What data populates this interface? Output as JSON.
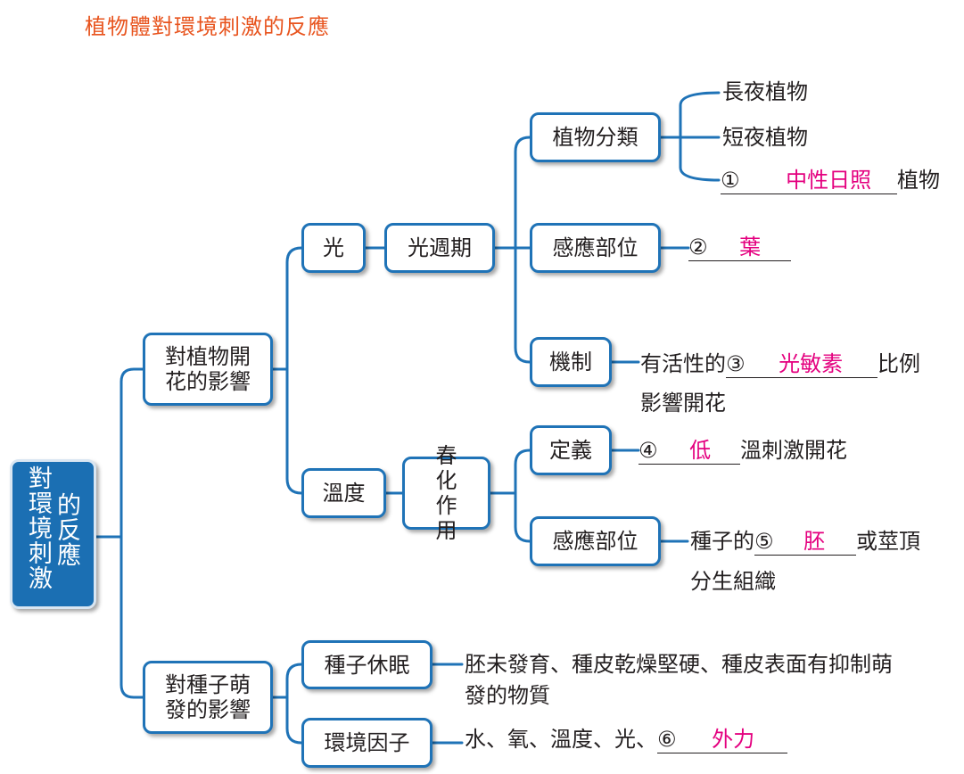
{
  "title": "植物體對環境刺激的反應",
  "root": {
    "col1": "對環境刺激",
    "col2": "的反應"
  },
  "nodes": {
    "flowering": "對植物開花的影響",
    "germination": "對種子萌發的影響",
    "light": "光",
    "photoperiod": "光週期",
    "temperature": "溫度",
    "vernalization": "春化作用",
    "classification": "植物分類",
    "sensing_site_light": "感應部位",
    "mechanism": "機制",
    "definition": "定義",
    "sensing_site_temp": "感應部位",
    "seed_dormancy": "種子休眠",
    "env_factors": "環境因子"
  },
  "leaves": {
    "long_day": "長夜植物",
    "short_day": "短夜植物",
    "neutral_suffix": "植物",
    "mechanism_prefix": "有活性的",
    "mechanism_suffix": "比例",
    "mechanism_line2": "影響開花",
    "definition_suffix": "溫刺激開花",
    "temp_site_prefix": "種子的",
    "temp_site_suffix": "或莖頂",
    "temp_site_line2": "分生組織",
    "dormancy_line1": "胚未發育、種皮乾燥堅硬、種皮表面有抑制萌",
    "dormancy_line2": "發的物質",
    "env_prefix": "水、氧、溫度、光、"
  },
  "answers": [
    {
      "num": "①",
      "value": "中性日照"
    },
    {
      "num": "②",
      "value": "葉"
    },
    {
      "num": "③",
      "value": "光敏素"
    },
    {
      "num": "④",
      "value": "低"
    },
    {
      "num": "⑤",
      "value": "胚"
    },
    {
      "num": "⑥",
      "value": "外力"
    }
  ],
  "colors": {
    "line": "#1f73b7",
    "root_fill": "#1b6fb3",
    "title": "#e8541e",
    "answer": "#e4007f"
  }
}
